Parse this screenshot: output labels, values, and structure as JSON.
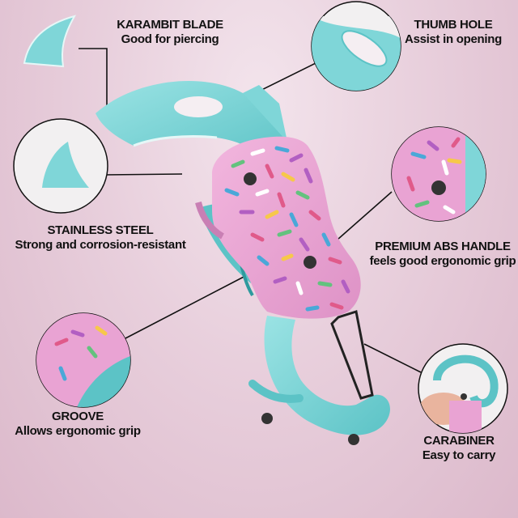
{
  "colors": {
    "blade": "#7fd6d8",
    "blade_dark": "#4fb8bb",
    "handle": "#e9a3d3",
    "handle_dark": "#c97fb4",
    "background": "#ecd4e1",
    "lines": "#111111"
  },
  "callouts": {
    "blade": {
      "title": "KARAMBIT BLADE",
      "desc": "Good for piercing",
      "icon": "karambit-blade-closeup"
    },
    "thumb": {
      "title": "THUMB HOLE",
      "desc": "Assist in opening",
      "icon": "thumb-hole-closeup"
    },
    "steel": {
      "title": "STAINLESS STEEL",
      "desc": "Strong and corrosion-resistant",
      "icon": "steel-blade-closeup"
    },
    "abs": {
      "title": "PREMIUM ABS HANDLE",
      "desc": "feels good ergonomic grip",
      "icon": "handle-pivot-closeup"
    },
    "groove": {
      "title": "GROOVE",
      "desc": "Allows ergonomic grip",
      "icon": "groove-closeup"
    },
    "carab": {
      "title": "CARABINER",
      "desc": "Easy to carry",
      "icon": "carabiner-closeup"
    }
  }
}
